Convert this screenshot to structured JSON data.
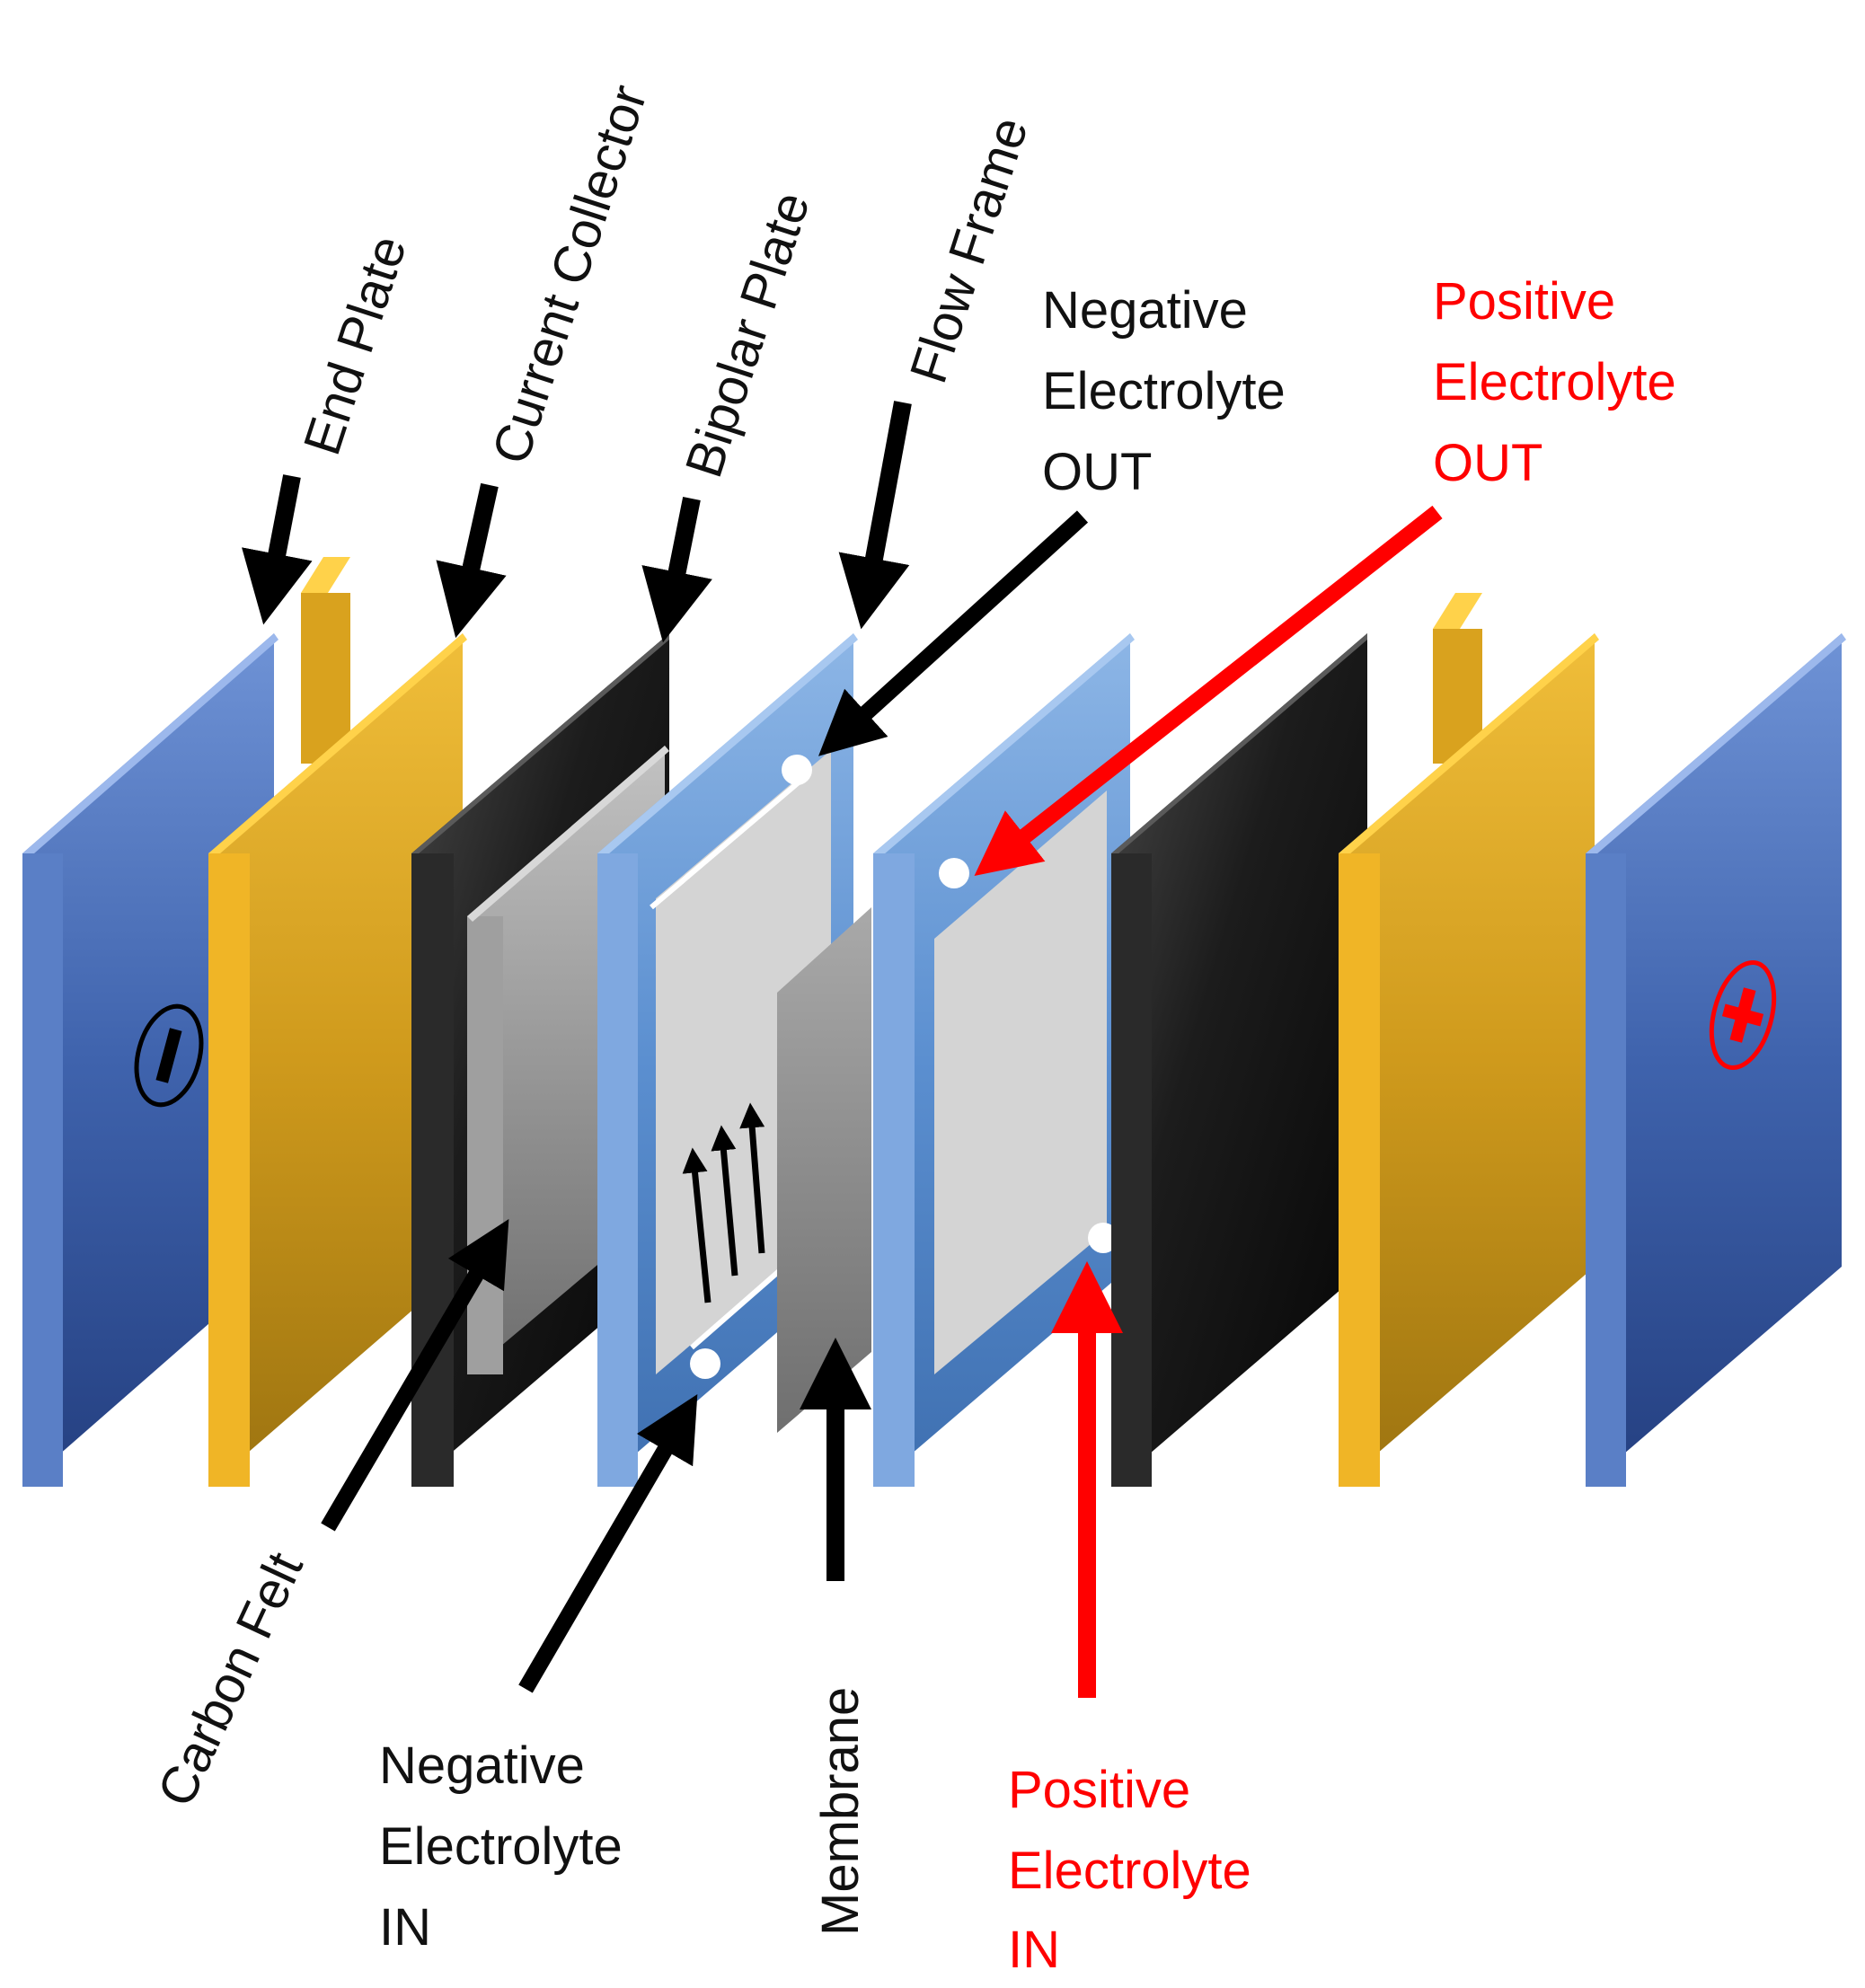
{
  "colors": {
    "end_plate": "#3f63ad",
    "current_collector": "#d49c1c",
    "bipolar_plate": "#111111",
    "carbon_felt": "#9a9a9a",
    "flow_frame": "#5b8fd0",
    "membrane": "#8c8c8c",
    "positive_label": "#ff0000",
    "negative_label": "#111111"
  },
  "labels": {
    "end_plate": "End Plate",
    "current_collector": "Current Collector",
    "bipolar_plate": "Bipolar Plate",
    "flow_frame": "Flow Frame",
    "carbon_felt": "Carbon Felt",
    "membrane": "Membrane",
    "negative_out": [
      "Negative",
      "Electrolyte",
      "OUT"
    ],
    "positive_out": [
      "Positive",
      "Electrolyte",
      "OUT"
    ],
    "negative_in": [
      "Negative",
      "Electrolyte",
      "IN"
    ],
    "positive_in": [
      "Positive",
      "Electrolyte",
      "IN"
    ]
  },
  "icons": {
    "negative_terminal": "minus-circle-icon",
    "positive_terminal": "plus-circle-icon",
    "flow_direction": "up-arrows-icon"
  }
}
